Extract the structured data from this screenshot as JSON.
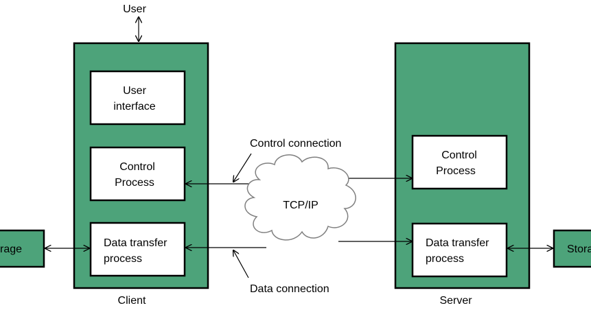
{
  "labels": {
    "user": "User",
    "client": "Client",
    "server": "Server",
    "control_connection": "Control connection",
    "data_connection": "Data connection",
    "tcpip": "TCP/IP",
    "storage_left": "rage",
    "storage_right": "Stora"
  },
  "client_boxes": {
    "user_interface": [
      "User",
      "interface"
    ],
    "control_process": [
      "Control",
      "Process"
    ],
    "data_transfer": [
      "Data transfer",
      "process"
    ]
  },
  "server_boxes": {
    "control_process": [
      "Control",
      "Process"
    ],
    "data_transfer": [
      "Data transfer",
      "process"
    ]
  },
  "colors": {
    "panel_green": "#4da37a",
    "box_white": "#ffffff",
    "stroke": "#000000",
    "cloud_stroke": "#7f7f7f"
  }
}
